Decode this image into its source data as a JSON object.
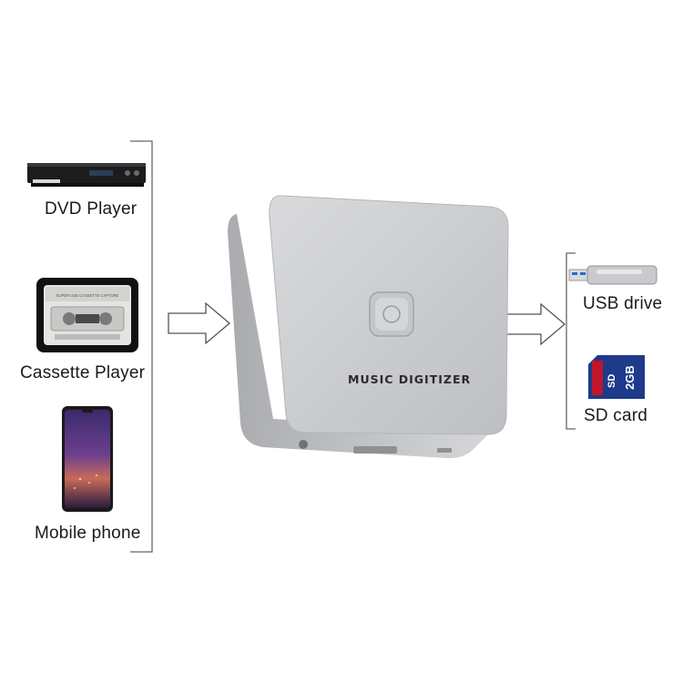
{
  "sources": {
    "dvd_player": {
      "label": "DVD Player"
    },
    "cassette_player": {
      "label": "Cassette Player",
      "screen_text": "SUPER USB CASSETTE CAPTURE"
    },
    "mobile_phone": {
      "label": "Mobile phone"
    }
  },
  "device": {
    "brand_text": "MUSIC DIGITIZER"
  },
  "outputs": {
    "usb_drive": {
      "label": "USB drive"
    },
    "sd_card": {
      "label": "SD card",
      "card_text": "SD",
      "capacity": "2GB"
    }
  },
  "colors": {
    "sd_card": "#1e3a8a",
    "sd_card_stripe": "#c0162a",
    "device": "#c9cbce"
  }
}
